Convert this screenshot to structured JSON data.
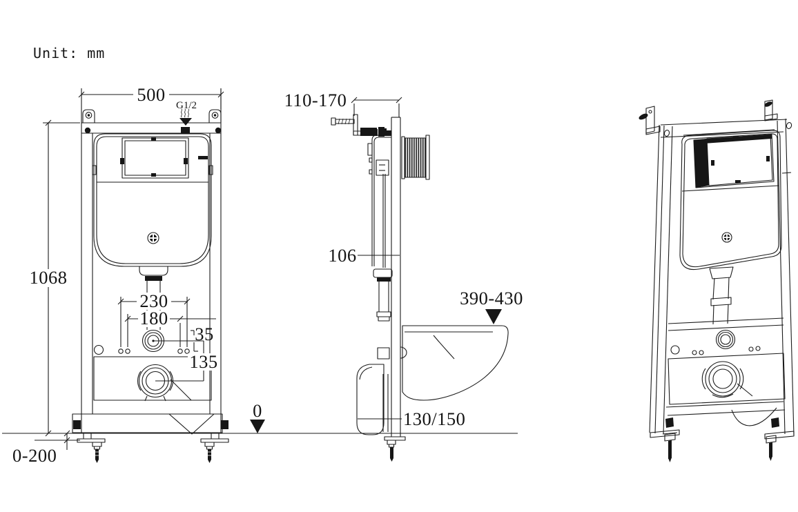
{
  "drawing": {
    "unit_label": "Unit: mm",
    "front_view": {
      "width": "500",
      "height": "1068",
      "water_inlet": "G1/2",
      "mounting_spacing_outer": "230",
      "mounting_spacing_inner": "180",
      "hole_offset": "35",
      "outlet_drop": "135",
      "foot_adjust_range": "0-200"
    },
    "side_view": {
      "installation_depth_range": "110-170",
      "cistern_depth": "106",
      "bowl_top_height_range": "390-430",
      "floor_level": "0",
      "waste_outlet_height": "130/150"
    }
  }
}
